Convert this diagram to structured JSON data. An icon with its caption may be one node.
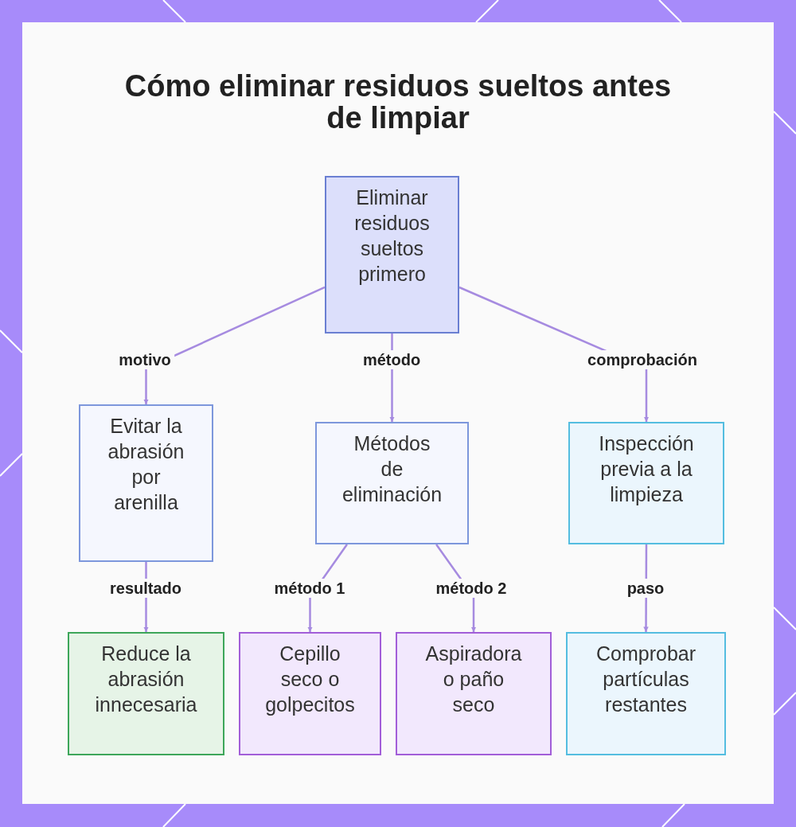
{
  "diagram": {
    "title": "Cómo eliminar residuos sueltos antes de limpiar",
    "nodes": [
      {
        "text": [
          "Eliminar residuos sueltos primero"
        ]
      },
      {
        "text": [
          "Evitar la abrasión por arenilla"
        ]
      },
      {
        "text": [
          "Métodos de eliminación"
        ]
      },
      {
        "text": [
          "Inspección previa a la limpieza"
        ]
      },
      {
        "text": [
          "Reduce la abrasión innecesaria"
        ]
      },
      {
        "text": [
          "Cepillo seco o golpecitos"
        ]
      },
      {
        "text": [
          "Aspiradora o paño seco"
        ]
      },
      {
        "text": [
          "Comprobar partículas restantes"
        ]
      }
    ],
    "edges": [
      {
        "from": 0,
        "to": 1,
        "arrow": "to",
        "label": "motivo"
      },
      {
        "from": 0,
        "to": 2,
        "arrow": "to",
        "label": "método"
      },
      {
        "from": 0,
        "to": 3,
        "arrow": "to",
        "label": "comprobación"
      },
      {
        "from": 1,
        "to": 4,
        "arrow": "to",
        "label": "resultado"
      },
      {
        "from": 2,
        "to": 5,
        "arrow": "to",
        "label": "método 1"
      },
      {
        "from": 2,
        "to": 6,
        "arrow": "to",
        "label": "método 2"
      },
      {
        "from": 3,
        "to": 7,
        "arrow": "to",
        "label": "paso"
      }
    ]
  }
}
